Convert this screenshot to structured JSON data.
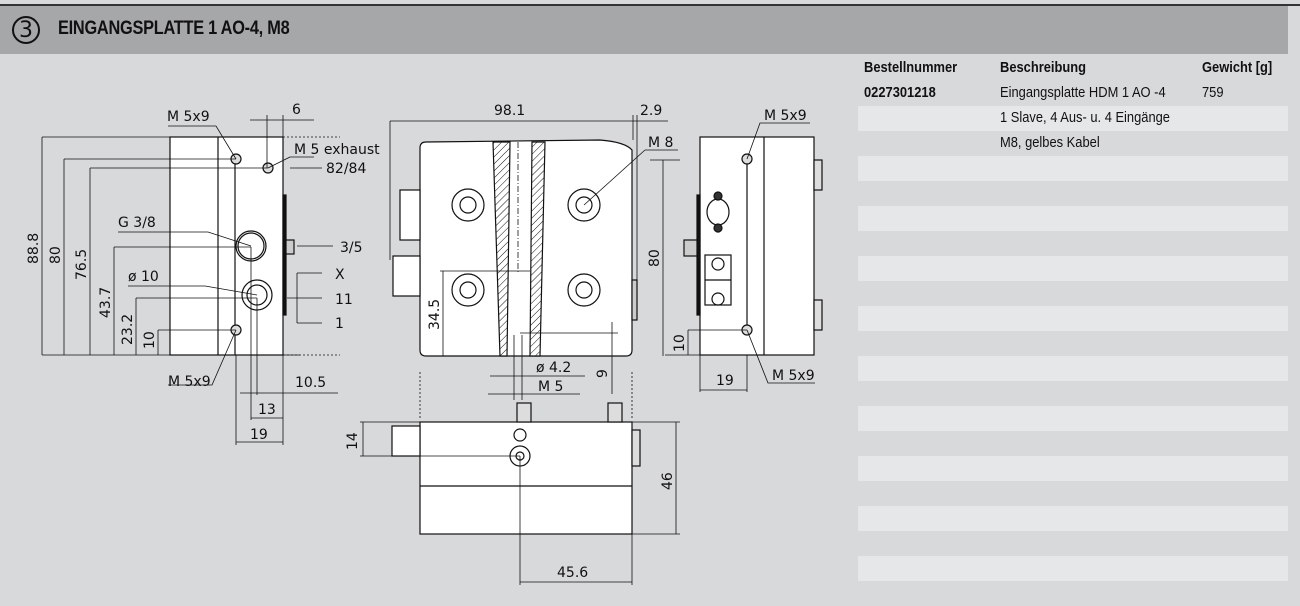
{
  "header": {
    "section_number": "3",
    "title": "EINGANGSPLATTE 1 AO-4, M8"
  },
  "table": {
    "columns": [
      "Bestellnummer",
      "Beschreibung",
      "Gewicht [g]"
    ],
    "rows": [
      {
        "bestellnummer": "0227301218",
        "beschreibung": "Eingangsplatte HDM 1 AO -4",
        "gewicht": "759"
      },
      {
        "bestellnummer": "",
        "beschreibung": "1 Slave, 4 Aus- u. 4 Eingänge",
        "gewicht": ""
      },
      {
        "bestellnummer": "",
        "beschreibung": "M8, gelbes Kabel",
        "gewicht": ""
      }
    ],
    "empty_row_count": 18
  },
  "drawing": {
    "side_view": {
      "labels": {
        "m5x9_top": "M 5x9",
        "six": "6",
        "m5_exhaust": "M 5 exhaust",
        "port_82_84": "82/84",
        "g38": "G 3/8",
        "port_3_5": "3/5",
        "dia10": "ø 10",
        "port_x": "X",
        "port_11": "11",
        "port_1": "1",
        "m5x9_bottom": "M 5x9",
        "dim_10_5": "10.5",
        "dim_13": "13",
        "dim_19": "19",
        "dim_88_8": "88.8",
        "dim_80": "80",
        "dim_76_5": "76.5",
        "dim_43_7": "43.7",
        "dim_23_2": "23.2",
        "dim_10": "10"
      }
    },
    "front_view": {
      "labels": {
        "dim_98_1": "98.1",
        "dim_2_9": "2.9",
        "m8": "M 8",
        "dim_34_5": "34.5",
        "dia4_2": "ø 4.2",
        "m5": "M 5",
        "dim_9": "9",
        "dim_80": "80"
      }
    },
    "end_view": {
      "labels": {
        "m5x9_top": "M 5x9",
        "m5x9_bottom": "M 5x9",
        "dim_10": "10",
        "dim_19": "19"
      }
    },
    "bottom_view": {
      "labels": {
        "dim_14": "14",
        "dim_46": "46",
        "dim_45_6": "45.6"
      }
    }
  }
}
